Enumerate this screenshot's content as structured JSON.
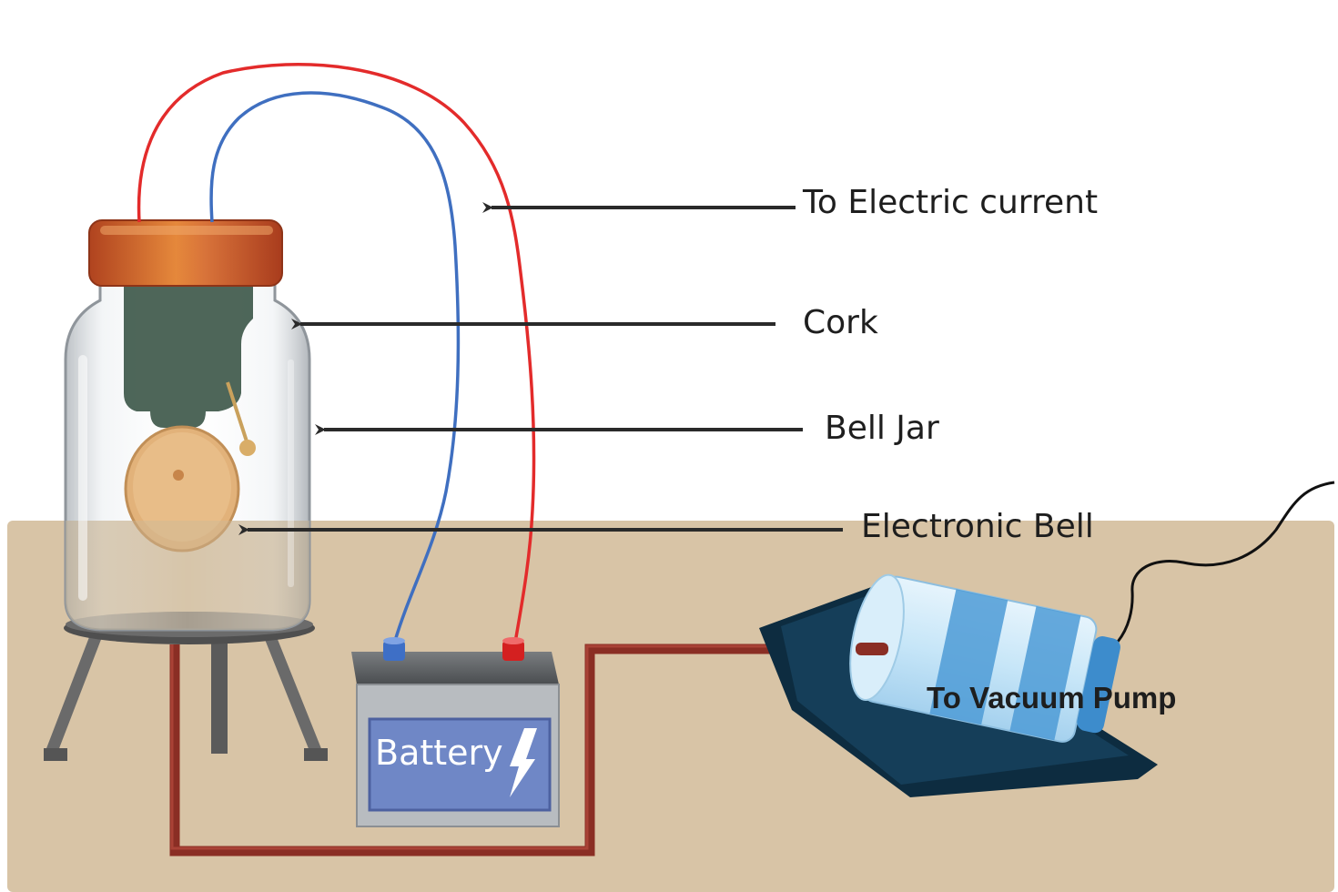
{
  "labels": {
    "electric_current": "To Electric current",
    "cork": "Cork",
    "bell_jar": "Bell Jar",
    "electronic_bell": "Electronic Bell",
    "vacuum_pump": "To Vacuum Pump",
    "battery": "Battery"
  },
  "colors": {
    "ground": "#d8c4a6",
    "red_wire": "#e32b2b",
    "blue_wire": "#3f6fc0",
    "tube": "#8a2e24",
    "cork": "#c9572a",
    "bell": "#e2b27a",
    "battery_panel": "#6f87c6",
    "pump_blue": "#4e9bd6"
  }
}
